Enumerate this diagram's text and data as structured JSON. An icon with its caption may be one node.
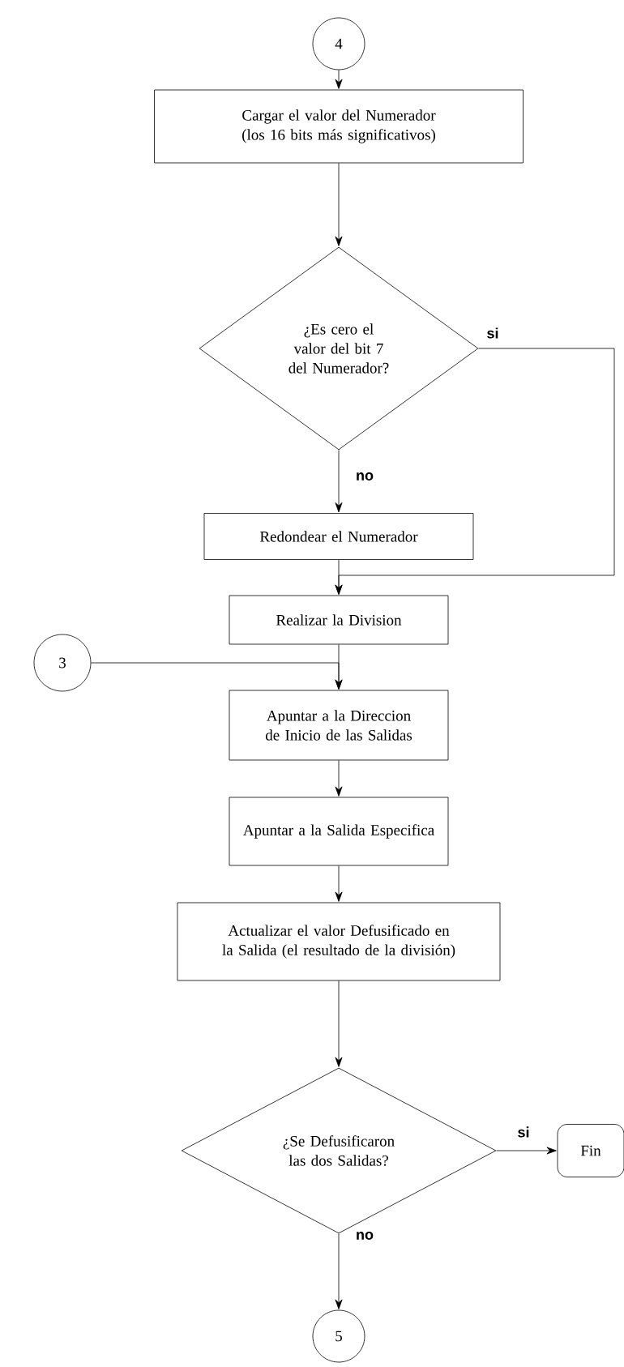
{
  "diagram": {
    "nodes": [
      {
        "text": [
          "4"
        ]
      },
      {
        "text": [
          "Cargar el valor del Numerador (los 16 bits más significativos)"
        ]
      },
      {
        "text": [
          "¿Es cero el valor del bit 7 del Numerador?"
        ]
      },
      {
        "text": [
          "Redondear el Numerador"
        ]
      },
      {
        "text": [
          "Realizar la Division"
        ]
      },
      {
        "text": [
          "3"
        ]
      },
      {
        "text": [
          "Apuntar a la Direccion de Inicio de las Salidas"
        ]
      },
      {
        "text": [
          "Apuntar a la Salida Especifica"
        ]
      },
      {
        "text": [
          "Actualizar el valor Defusificado en la Salida (el resultado de la división)"
        ]
      },
      {
        "text": [
          "¿Se Defusificaron las dos Salidas?"
        ]
      },
      {
        "text": [
          "Fin"
        ]
      },
      {
        "text": [
          "5"
        ]
      }
    ],
    "edges": [
      {
        "from": 0,
        "to": 1,
        "arrow": "to"
      },
      {
        "from": 1,
        "to": 2,
        "arrow": "to"
      },
      {
        "from": 2,
        "to": 3,
        "arrow": "to",
        "label": "no"
      },
      {
        "from": 2,
        "to": 4,
        "arrow": "to",
        "label": "si"
      },
      {
        "from": 3,
        "to": 4,
        "arrow": "to"
      },
      {
        "from": 5,
        "to": 6,
        "arrow": "to"
      },
      {
        "from": 4,
        "to": 6,
        "arrow": "to"
      },
      {
        "from": 6,
        "to": 7,
        "arrow": "to"
      },
      {
        "from": 7,
        "to": 8,
        "arrow": "to"
      },
      {
        "from": 8,
        "to": 9,
        "arrow": "to"
      },
      {
        "from": 9,
        "to": 10,
        "arrow": "to",
        "label": "si"
      },
      {
        "from": 9,
        "to": 11,
        "arrow": "to",
        "label": "no"
      }
    ]
  }
}
